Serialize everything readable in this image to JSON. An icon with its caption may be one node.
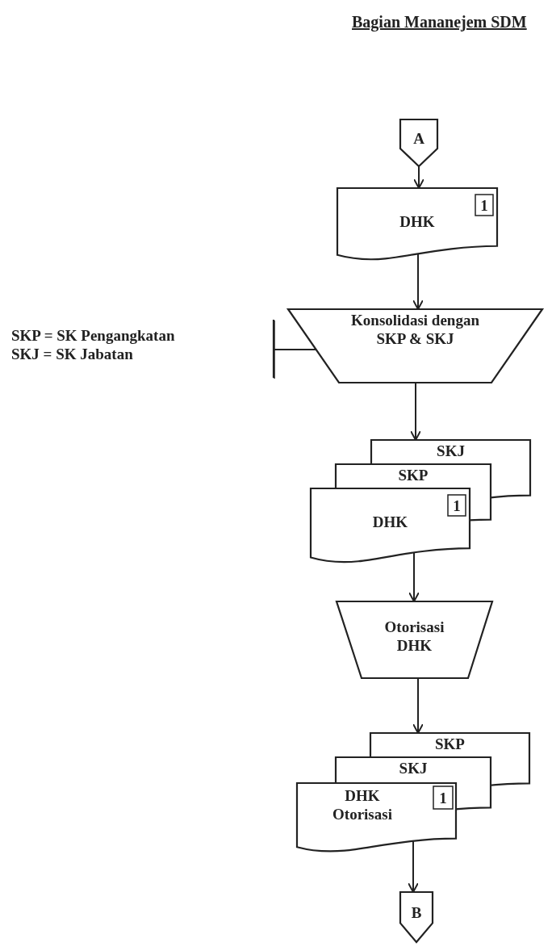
{
  "diagram": {
    "title": "Bagian Mananejem SDM",
    "nodes": [
      {
        "text": [
          "A"
        ]
      },
      {
        "text": [
          "DHK"
        ]
      },
      {
        "text": [
          "1"
        ],
        "in": 1
      },
      {
        "text": [
          "SKP = SK Pengangkatan",
          "SKJ = SK Jabatan"
        ]
      },
      {
        "text": [
          "Konsolidasi dengan SKP & SKJ"
        ]
      },
      {
        "text": [
          "SKJ",
          "SKP",
          "DHK"
        ]
      },
      {
        "text": [
          "1"
        ],
        "in": 5
      },
      {
        "text": [
          "Otorisasi DHK"
        ]
      },
      {
        "text": [
          "SKP",
          "SKJ",
          "DHK Otorisasi"
        ]
      },
      {
        "text": [
          "1"
        ],
        "in": 8
      },
      {
        "text": [
          "B"
        ]
      }
    ],
    "edges": [
      {
        "from": 0,
        "to": 1,
        "arrow": "to"
      },
      {
        "from": 1,
        "to": 4,
        "arrow": "to"
      },
      {
        "from": 3,
        "to": 4,
        "arrow": "other"
      },
      {
        "from": 4,
        "to": 5,
        "arrow": "to"
      },
      {
        "from": 5,
        "to": 7,
        "arrow": "to"
      },
      {
        "from": 7,
        "to": 8,
        "arrow": "to"
      },
      {
        "from": 8,
        "to": 10,
        "arrow": "to"
      }
    ]
  }
}
